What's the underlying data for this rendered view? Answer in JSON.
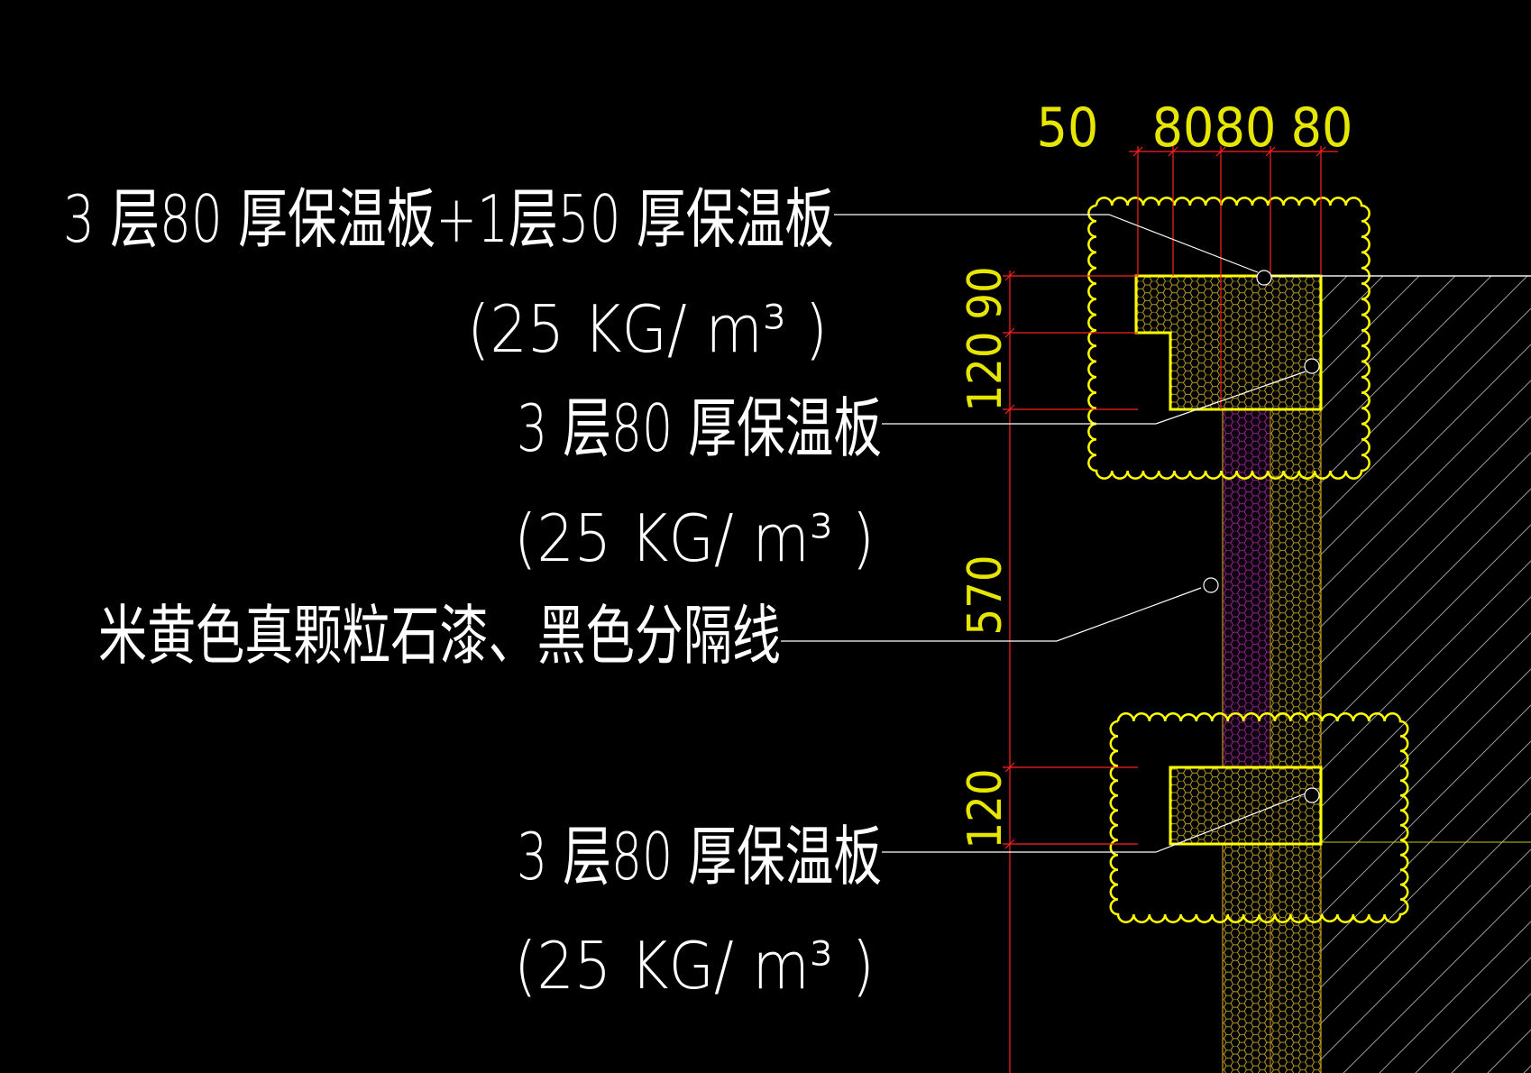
{
  "colors": {
    "background": "#000000",
    "annotation": "#ffffff",
    "dimension_text": "#e6e600",
    "dimension_line": "#ff1a1a",
    "insulation_outline": "#ffff00",
    "insulation_hatch": "#bfa020",
    "paint_layer_hatch": "#cc33cc",
    "wall_hatch": "#bbbbbb"
  },
  "icons": {
    "revision_cloud": "revision-cloud-icon",
    "leader_dot": "leader-circle-icon",
    "hex_hatch": "honeycomb-hatch-icon",
    "diagonal_hatch": "diagonal-hatch-icon"
  },
  "dimensions": {
    "top": [
      "50",
      "80",
      "80",
      "80"
    ],
    "side_upper": [
      "120",
      "90"
    ],
    "side_middle": "570",
    "side_lower": "120"
  },
  "annotations": [
    {
      "line1": "3 层80 厚保温板+1层50 厚保温板",
      "line2": "(25 KG/ m³ )"
    },
    {
      "line1": "3 层80 厚保温板",
      "line2": "(25 KG/ m³ )"
    },
    {
      "line1": "米黄色真颗粒石漆、黑色分隔线"
    },
    {
      "line1": "3 层80 厚保温板",
      "line2": "(25 KG/ m³ )"
    }
  ]
}
